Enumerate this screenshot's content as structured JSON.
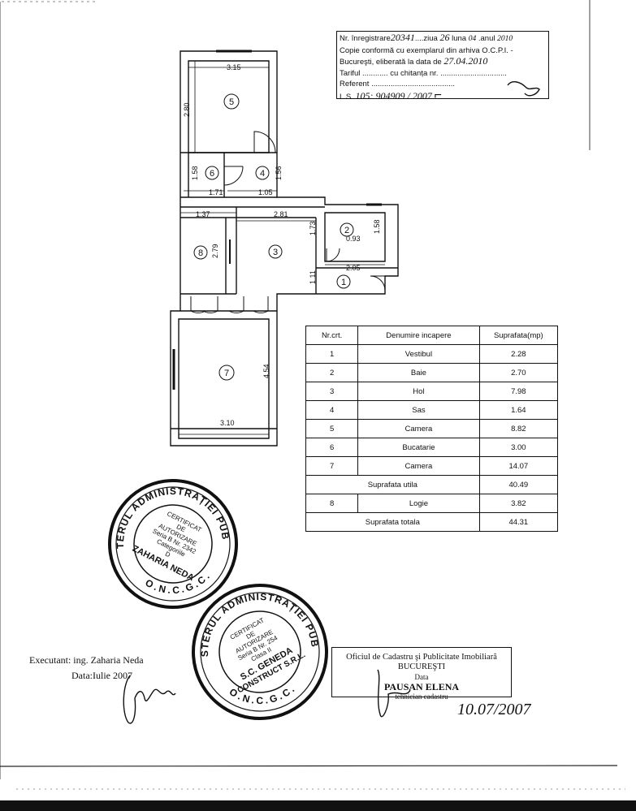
{
  "registration": {
    "line1_prefix": "Nr. înregistrare",
    "line1_number": "20341",
    "line1_ziua": "ziua",
    "line1_day": "26",
    "line1_luna": "luna",
    "line1_month": "04",
    "line1_anul": "anul",
    "line1_year": "2010",
    "line2": "Copie conformă cu exemplarul din arhiva O.C.P.I. -",
    "line3_prefix": "Bucureşti, eliberată la data de",
    "line3_date": "27.04.2010",
    "line4_tarif": "Tariful ............ cu chitanța nr. ...............................",
    "line5": "Referent .......................................",
    "line6_prefix": "L.S.",
    "line6_value": "105: 904909 / 2007"
  },
  "plan": {
    "dimensions": [
      "3.15",
      "2.80",
      "1.58",
      "1.71",
      "1.05",
      "1.56",
      "1.37",
      "2.81",
      "1.73",
      "2.79",
      "1.11",
      "0.93",
      "1.58",
      "2.05",
      "4.54",
      "3.10"
    ],
    "rooms": [
      "5",
      "6",
      "4",
      "8",
      "3",
      "2",
      "1",
      "7"
    ]
  },
  "table": {
    "headers": [
      "Nr.crt.",
      "Denumire incapere",
      "Suprafata(mp)"
    ],
    "rows": [
      {
        "nr": "1",
        "name": "Vestibul",
        "area": "2.28"
      },
      {
        "nr": "2",
        "name": "Baie",
        "area": "2.70"
      },
      {
        "nr": "3",
        "name": "Hol",
        "area": "7.98"
      },
      {
        "nr": "4",
        "name": "Sas",
        "area": "1.64"
      },
      {
        "nr": "5",
        "name": "Camera",
        "area": "8.82"
      },
      {
        "nr": "6",
        "name": "Bucatarie",
        "area": "3.00"
      },
      {
        "nr": "7",
        "name": "Camera",
        "area": "14.07"
      }
    ],
    "util_label": "Suprafata utila",
    "util_value": "40.49",
    "row8": {
      "nr": "8",
      "name": "Logie",
      "area": "3.82"
    },
    "total_label": "Suprafata totala",
    "total_value": "44.31"
  },
  "stamp1": {
    "ring": "MINISTERUL ADMINISTRAȚIEI PUBLICE",
    "bottom": "O.N.C.G.C.",
    "lines": [
      "CERTIFICAT",
      "DE",
      "AUTORIZARE",
      "Seria B Nr. 2342",
      "Categoriile",
      "D",
      "ZAHARIA NEDA"
    ]
  },
  "stamp2": {
    "ring": "MINISTERUL ADMINISTRAȚIEI PUBLICE",
    "bottom": "O.N.C.G.C.",
    "lines": [
      "CERTIFICAT",
      "DE",
      "AUTORIZARE",
      "Seria B Nr. 254",
      "Clasa II",
      "S.C. GENEDA",
      "CONSTRUCT S.R.L."
    ]
  },
  "executant": {
    "line1": "Executant:  ing. Zaharia Neda",
    "line2": "Data:Iulie 2007"
  },
  "oficiu": {
    "line1": "Oficiul de Cadastru şi Publicitate Imobiliară",
    "line2": "BUCUREŞTI",
    "line3": "Data",
    "name": "PAUSAN ELENA",
    "role": "tehnician cadastru"
  },
  "handwritten_date": "10.07/2007"
}
